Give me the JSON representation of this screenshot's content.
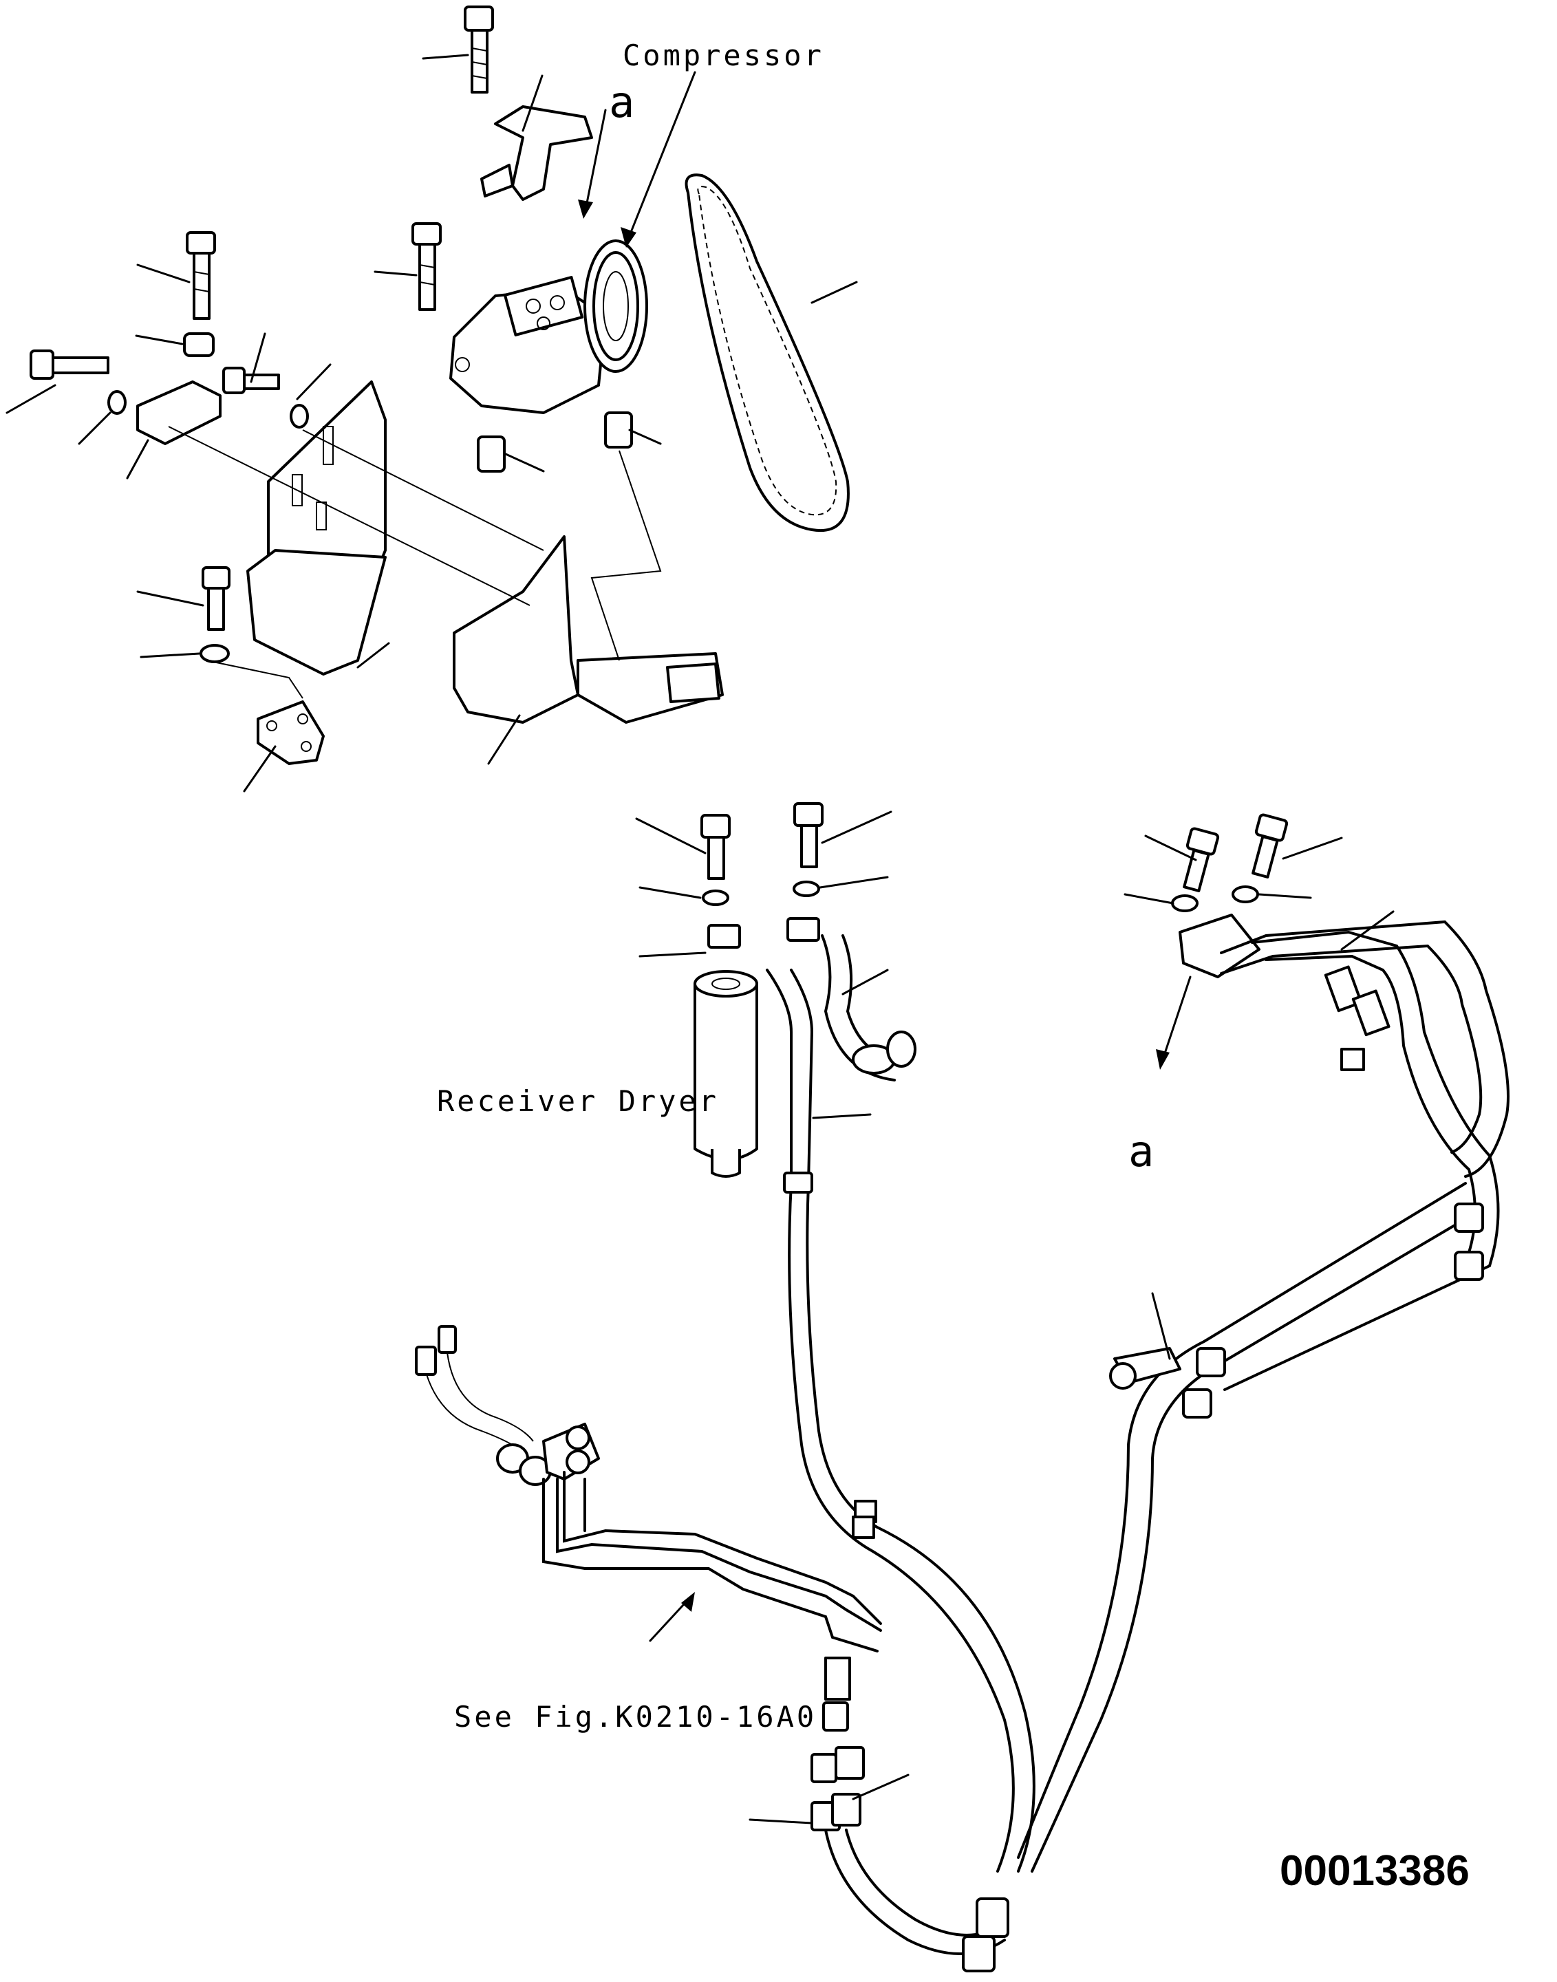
{
  "labels": {
    "compressor": "Compressor",
    "receiver_dryer": "Receiver Dryer",
    "see_fig": "See Fig.K0210-16A0",
    "view_mark_top": "a",
    "view_mark_right": "a",
    "drawing_number": "00013386"
  },
  "colors": {
    "line": "#000000",
    "background": "#ffffff"
  }
}
